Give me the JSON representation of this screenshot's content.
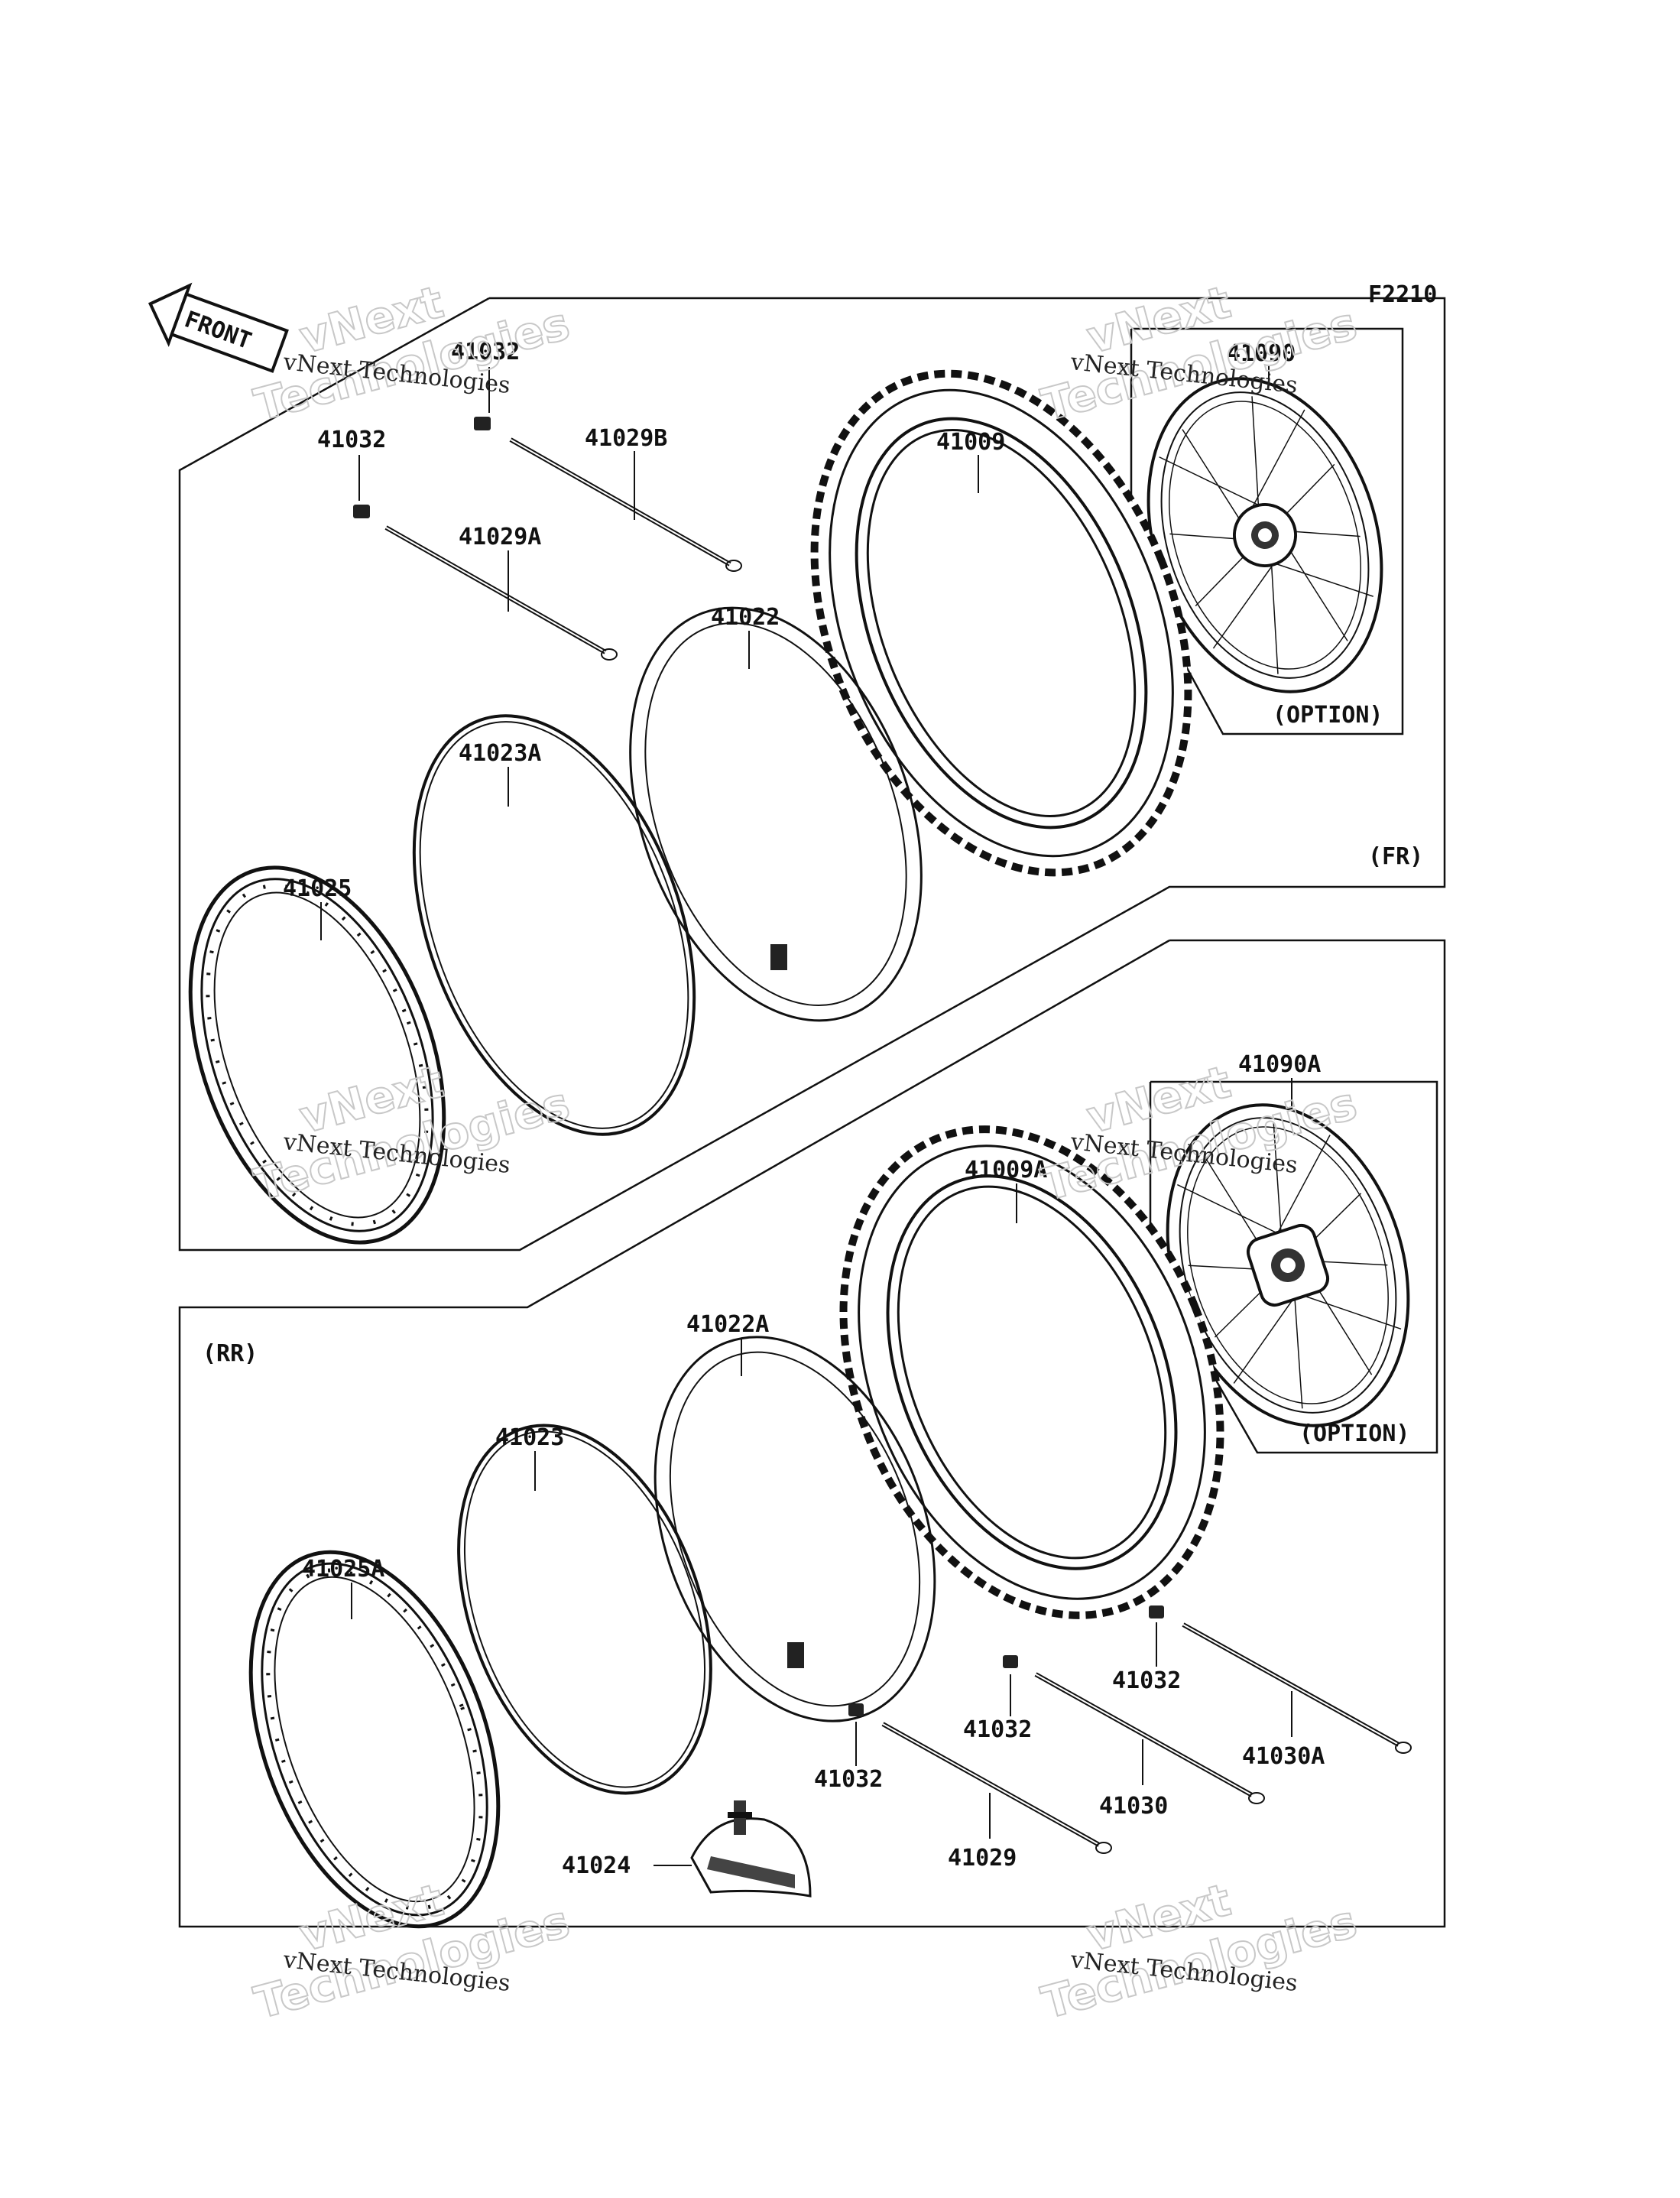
{
  "figure_code": "F2210",
  "front_arrow_label": "FRONT",
  "sections": {
    "front": {
      "tag": "(FR)"
    },
    "rear": {
      "tag": "(RR)"
    }
  },
  "option_label": "(OPTION)",
  "watermark": {
    "big_line1": "vNext",
    "big_line2": "Technologies",
    "small": "vNext Technologies"
  },
  "parts": {
    "p41032_fa": "41032",
    "p41032_fb": "41032",
    "p41029B": "41029B",
    "p41029A": "41029A",
    "p41009": "41009",
    "p41090": "41090",
    "p41022": "41022",
    "p41023A": "41023A",
    "p41025": "41025",
    "p41090A": "41090A",
    "p41009A": "41009A",
    "p41022A": "41022A",
    "p41023": "41023",
    "p41025A": "41025A",
    "p41024": "41024",
    "p41032_ra": "41032",
    "p41032_rb": "41032",
    "p41032_rc": "41032",
    "p41029": "41029",
    "p41030": "41030",
    "p41030A": "41030A"
  }
}
